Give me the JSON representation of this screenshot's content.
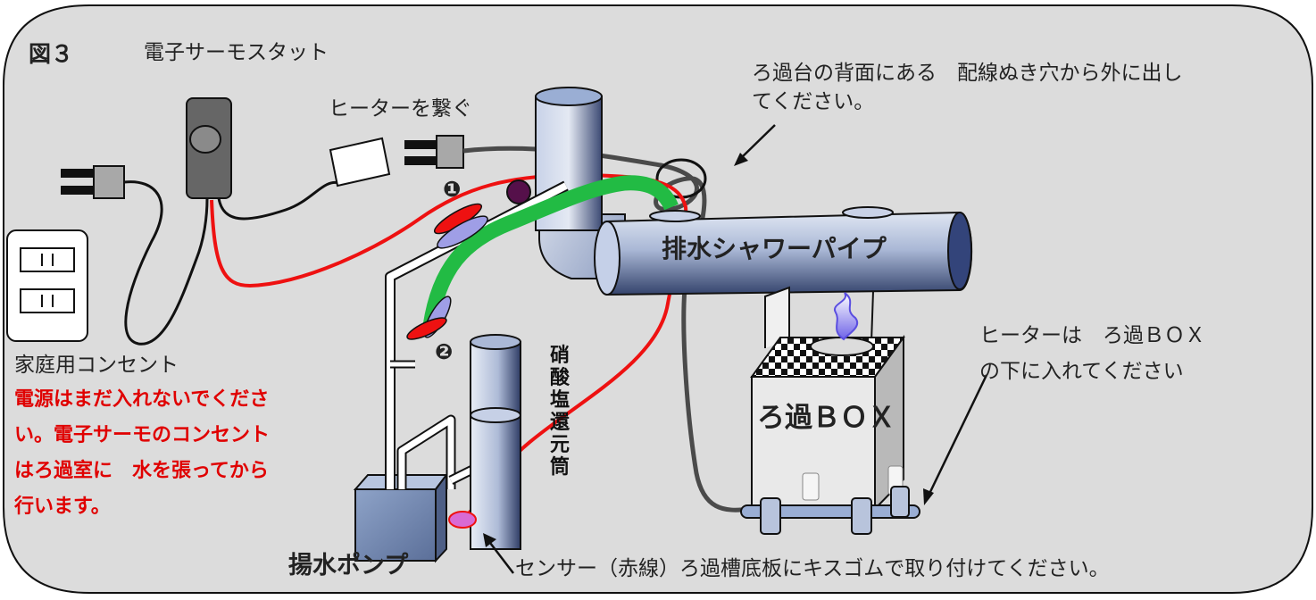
{
  "figure_label": "図３",
  "labels": {
    "thermostat": "電子サーモスタット",
    "connect_heater": "ヒーターを繋ぐ",
    "outlet": "家庭用コンセント",
    "wiring_note": "ろ過台の背面にある　配線ぬき穴から外に出し\nてください。",
    "shower_pipe": "排水シャワーパイプ",
    "nitrate_tube": "硝酸塩還元筒",
    "filter_box": "ろ過ＢＯＸ",
    "heater_note": "ヒーターは　ろ過ＢＯＸ\nの下に入れてください",
    "warning": "電源はまだ入れないでくださ\nい。電子サーモのコンセント\nはろ過室に　水を張ってから\n行います。",
    "pump": "揚水ポンプ",
    "sensor_note": "センサー（赤線）ろ過槽底板にキスゴムで取り付けてください。"
  },
  "markers": {
    "one": "❶",
    "two": "❷"
  },
  "colors": {
    "background": "#dcdcdc",
    "red_wire": "#ee1111",
    "black_wire": "#222222",
    "green_hose": "#22bb44",
    "pipe_blue": "#9aaed4",
    "warning_text": "#e00000"
  }
}
